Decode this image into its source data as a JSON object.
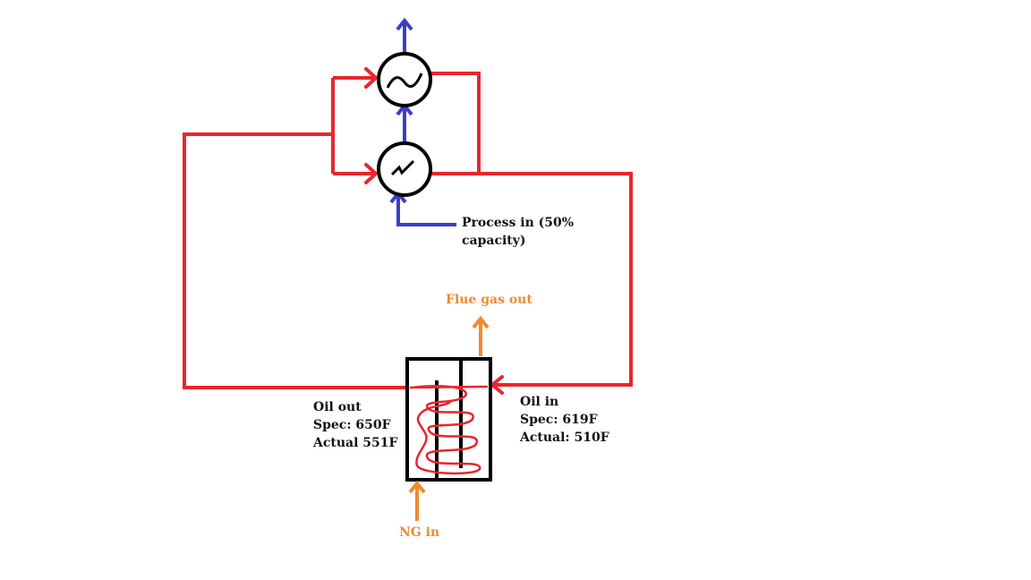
{
  "colors": {
    "oil_line": "#e8262d",
    "process_line": "#3b3fc4",
    "fuel_line": "#f08a30",
    "outline": "#000000",
    "background": "#ffffff"
  },
  "labels": {
    "process_in": [
      "Process in (50%",
      "capacity)"
    ],
    "flue_gas_out": "Flue gas out",
    "oil_out": [
      "Oil out",
      "Spec: 650F",
      "Actual 551F"
    ],
    "oil_in": [
      "Oil in",
      "Spec: 619F",
      "Actual: 510F"
    ],
    "ng_in": "NG in"
  },
  "icons": {
    "exchanger_top": "heat-exchanger-icon",
    "exchanger_bottom": "heat-exchanger-icon",
    "heater": "fired-heater-coil-icon"
  }
}
